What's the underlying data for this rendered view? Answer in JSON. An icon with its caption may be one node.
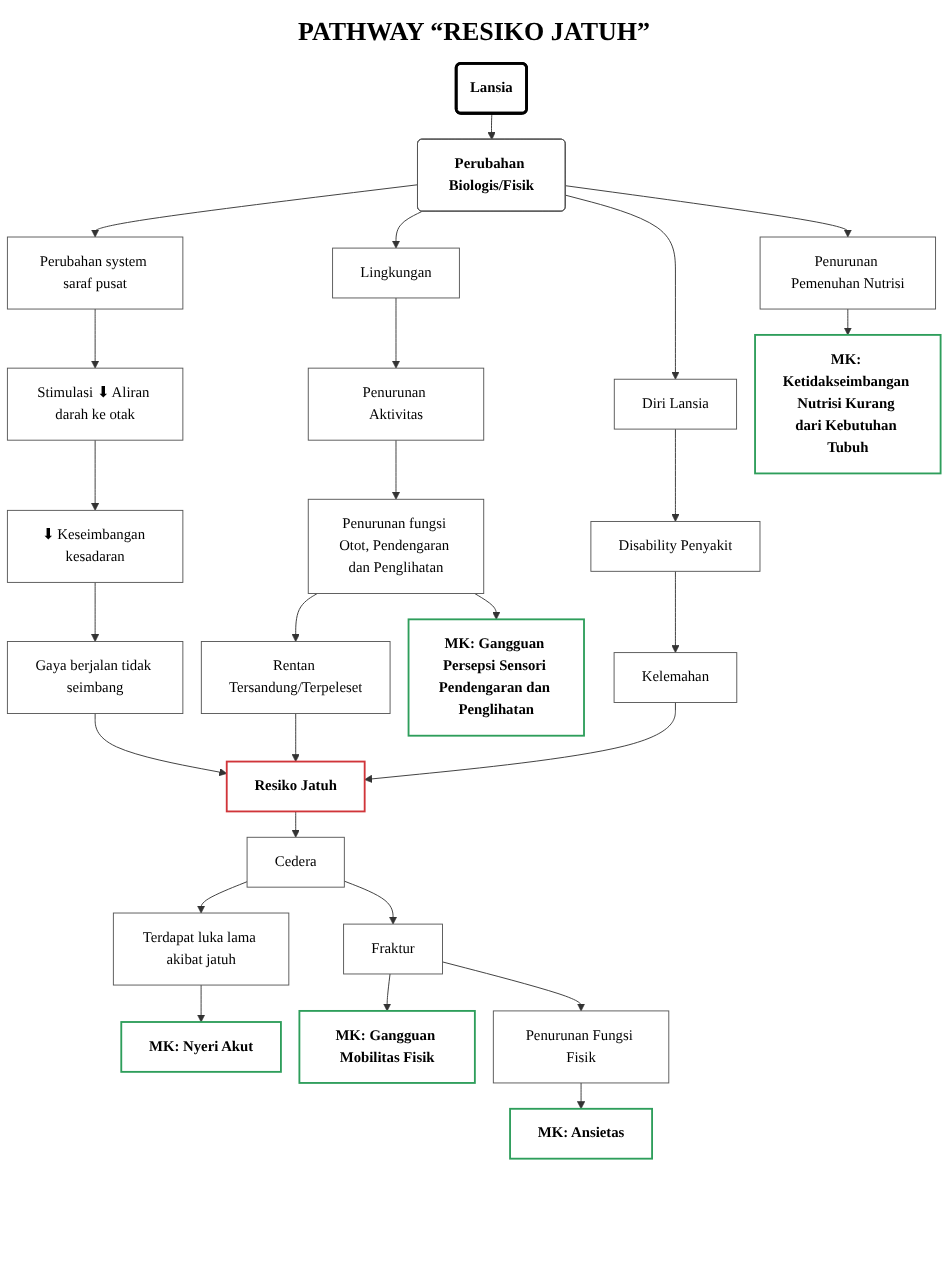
{
  "diagram": {
    "title": "PATHWAY “RESIKO JATUH”",
    "nodes": [
      {
        "text": [
          "Lansia"
        ]
      },
      {
        "text": [
          "Perubahan Biologis/Fisik"
        ]
      },
      {
        "text": [
          "Perubahan system saraf pusat"
        ]
      },
      {
        "text": [
          "Lingkungan"
        ]
      },
      {
        "text": [
          "Diri Lansia"
        ]
      },
      {
        "text": [
          "Penurunan Pemenuhan Nutrisi"
        ]
      },
      {
        "text": [
          "Stimulasi ⬇ Aliran darah ke otak"
        ]
      },
      {
        "text": [
          "Penurunan Aktivitas"
        ]
      },
      {
        "text": [
          "Disability Penyakit"
        ]
      },
      {
        "text": [
          "MK: Ketidakseimbangan Nutrisi Kurang dari Kebutuhan Tubuh"
        ]
      },
      {
        "text": [
          "⬇ Keseimbangan kesadaran"
        ]
      },
      {
        "text": [
          "Penurunan fungsi Otot, Pendengaran dan Penglihatan"
        ]
      },
      {
        "text": [
          "Kelemahan"
        ]
      },
      {
        "text": [
          "Gaya berjalan tidak seimbang"
        ]
      },
      {
        "text": [
          "Rentan Tersandung/Terpeleset"
        ]
      },
      {
        "text": [
          "MK: Gangguan Persepsi Sensori Pendengaran dan Penglihatan"
        ]
      },
      {
        "text": [
          "Resiko Jatuh"
        ]
      },
      {
        "text": [
          "Cedera"
        ]
      },
      {
        "text": [
          "Terdapat luka lama akibat jatuh"
        ]
      },
      {
        "text": [
          "Fraktur"
        ]
      },
      {
        "text": [
          "MK: Gangguan Mobilitas Fisik"
        ]
      },
      {
        "text": [
          "Penurunan Fungsi Fisik"
        ]
      },
      {
        "text": [
          "MK: Nyeri Akut"
        ]
      },
      {
        "text": [
          "MK: Ansietas"
        ]
      }
    ],
    "edges": [
      {
        "from": 0,
        "to": 1,
        "arrow": "to"
      },
      {
        "from": 1,
        "to": 2,
        "arrow": "to"
      },
      {
        "from": 1,
        "to": 3,
        "arrow": "to"
      },
      {
        "from": 1,
        "to": 4,
        "arrow": "to"
      },
      {
        "from": 1,
        "to": 5,
        "arrow": "to"
      },
      {
        "from": 2,
        "to": 6,
        "arrow": "to"
      },
      {
        "from": 3,
        "to": 7,
        "arrow": "to"
      },
      {
        "from": 4,
        "to": 8,
        "arrow": "to"
      },
      {
        "from": 5,
        "to": 9,
        "arrow": "to"
      },
      {
        "from": 6,
        "to": 10,
        "arrow": "to"
      },
      {
        "from": 7,
        "to": 11,
        "arrow": "to"
      },
      {
        "from": 8,
        "to": 12,
        "arrow": "to"
      },
      {
        "from": 10,
        "to": 13,
        "arrow": "to"
      },
      {
        "from": 11,
        "to": 14,
        "arrow": "to"
      },
      {
        "from": 11,
        "to": 15,
        "arrow": "to"
      },
      {
        "from": 13,
        "to": 16,
        "arrow": "to"
      },
      {
        "from": 14,
        "to": 16,
        "arrow": "to"
      },
      {
        "from": 12,
        "to": 16,
        "arrow": "to"
      },
      {
        "from": 16,
        "to": 17,
        "arrow": "to"
      },
      {
        "from": 17,
        "to": 18,
        "arrow": "to"
      },
      {
        "from": 17,
        "to": 19,
        "arrow": "to"
      },
      {
        "from": 19,
        "to": 20,
        "arrow": "to"
      },
      {
        "from": 18,
        "to": 22,
        "arrow": "to"
      },
      {
        "from": 19,
        "to": 21,
        "arrow": "to"
      },
      {
        "from": 21,
        "to": 23,
        "arrow": "to"
      }
    ]
  }
}
